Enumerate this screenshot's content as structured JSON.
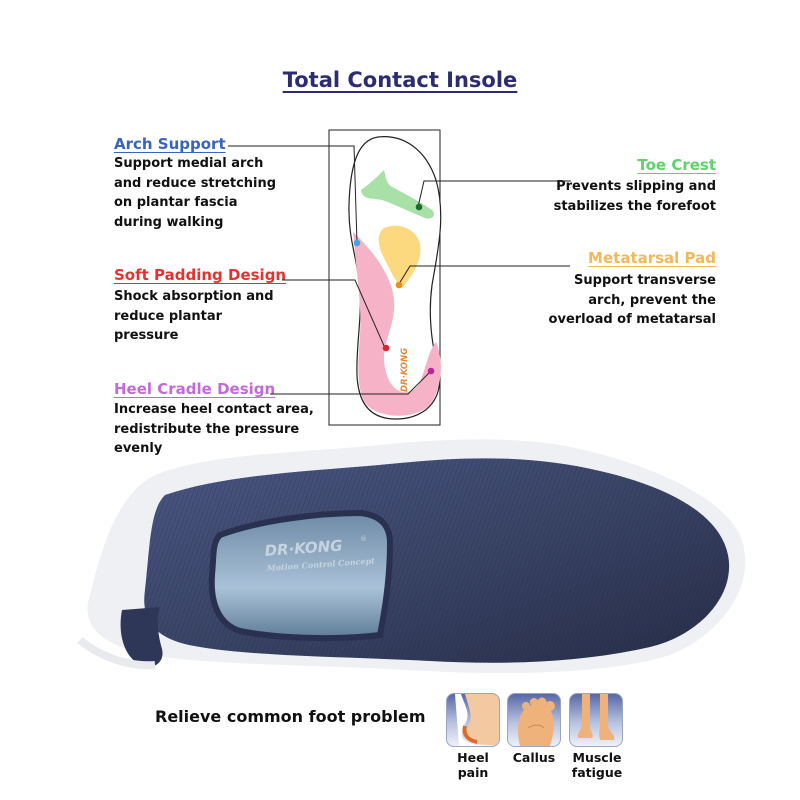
{
  "title": "Total Contact Insole",
  "colors": {
    "title": "#2c2c6e",
    "arch_support": "#3a64b8",
    "soft_padding": "#e2332f",
    "heel_cradle": "#c26ad8",
    "toe_crest": "#5fd36a",
    "metatarsal_pad": "#f2b85a",
    "shoe_knit": "#3a4466"
  },
  "features": {
    "arch_support": {
      "heading": "Arch Support",
      "lines": [
        "Support medial arch",
        "and reduce stretching",
        "on plantar fascia",
        "during walking"
      ]
    },
    "soft_padding": {
      "heading": "Soft Padding Design",
      "lines": [
        "Shock absorption and",
        "reduce plantar",
        "pressure"
      ]
    },
    "heel_cradle": {
      "heading": "Heel Cradle Design",
      "lines": [
        "Increase heel contact area,",
        "redistribute the pressure",
        "evenly"
      ]
    },
    "toe_crest": {
      "heading": "Toe Crest",
      "lines": [
        "Prevents slipping and",
        "stabilizes the forefoot"
      ]
    },
    "metatarsal_pad": {
      "heading": "Metatarsal Pad",
      "lines": [
        "Support transverse",
        "arch, prevent the",
        "overload of metatarsal"
      ]
    }
  },
  "insole": {
    "brand_mark": "DR·KONG"
  },
  "shoe": {
    "brand": "DR·KONG",
    "brand_symbol": "®",
    "tagline": "Motion Control Concept"
  },
  "relieve": {
    "heading": "Relieve common foot problem",
    "problems": [
      {
        "label_1": "Heel",
        "label_2": "pain",
        "icon": "heel-pain-icon"
      },
      {
        "label_1": "Callus",
        "label_2": "",
        "icon": "callus-icon"
      },
      {
        "label_1": "Muscle",
        "label_2": "fatigue",
        "icon": "muscle-fatigue-icon"
      }
    ]
  }
}
